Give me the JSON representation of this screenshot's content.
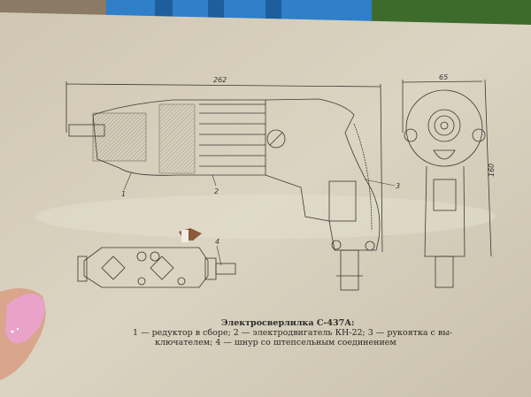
{
  "drawing": {
    "dimensions": {
      "length": "262",
      "width": "65",
      "height": "160"
    },
    "callouts": [
      "1",
      "2",
      "3",
      "4"
    ]
  },
  "caption": {
    "title": "Электросверлилка С-437А:",
    "line1": "1 — редуктор в сборе; 2 — электродвигатель КН-22; 3 — рукоятка с вы-",
    "line2": "ключателем; 4 — шнур со штепсельным соединением"
  },
  "colors": {
    "paper": "#d8d1bf",
    "ink": "#3a3833",
    "chair": "#2f7fc9",
    "nail": "#e9a3c9"
  }
}
